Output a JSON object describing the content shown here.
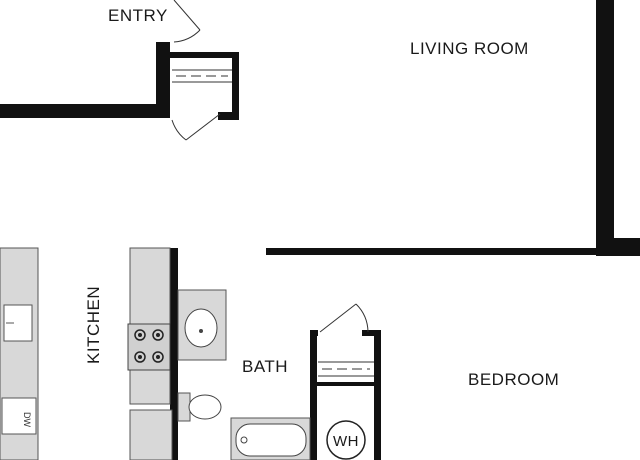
{
  "rooms": {
    "entry": "ENTRY",
    "living_room": "LIVING ROOM",
    "kitchen": "KITCHEN",
    "bath": "BATH",
    "bedroom": "BEDROOM"
  },
  "fixtures": {
    "water_heater": "WH",
    "dishwasher": "DW"
  },
  "colors": {
    "wall": "#111111",
    "counter": "#d8d8d8",
    "counter_stroke": "#555555",
    "background": "#ffffff"
  }
}
